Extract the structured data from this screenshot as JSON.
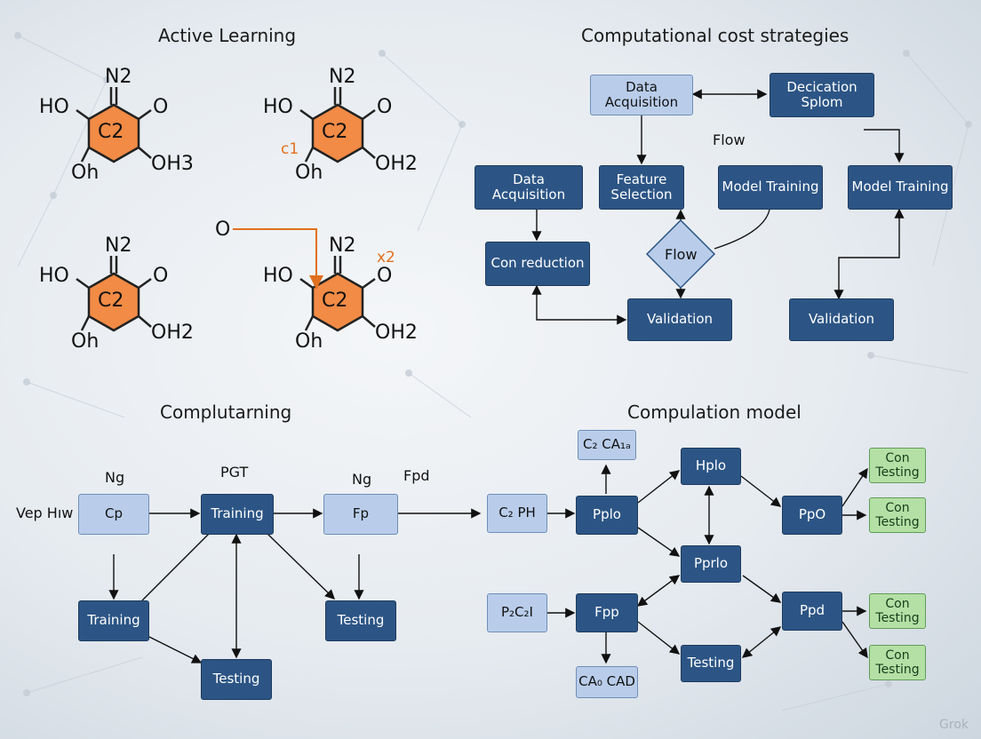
{
  "sections": {
    "active_learning": "Active Learning",
    "cost_strategies": "Computational cost strategies",
    "comp_learning": "Complutarning",
    "comp_model": "Compulation model"
  },
  "molecules": [
    {
      "top": "N2",
      "left": "HO",
      "right": "O",
      "ring": "C2",
      "bottom_left": "Oh",
      "bottom_right": "OH3"
    },
    {
      "top": "N2",
      "left": "HO",
      "right": "O",
      "ring": "C2",
      "bottom_left": "Oh",
      "bottom_right": "OH2",
      "side": "c1"
    },
    {
      "top": "N2",
      "left": "HO",
      "right": "O",
      "ring": "C2",
      "bottom_left": "Oh",
      "bottom_right": "OH2"
    },
    {
      "top": "N2",
      "left": "HO",
      "right": "O",
      "ring": "C2",
      "bottom_left": "Oh",
      "bottom_right": "OH2",
      "side": "x2"
    }
  ],
  "molecule_extra": {
    "o_label": "O"
  },
  "cost": {
    "data_acq_top": "Data Acquisition",
    "decication": "Decication Splom",
    "flow_label": "Flow",
    "data_acq": "Data Acquisition",
    "feature": "Feature Selection",
    "model_training_mid": "Model Training",
    "model_training_right": "Model Training",
    "con_reduction": "Con reduction",
    "flow_diamond": "Flow",
    "validation_mid": "Validation",
    "validation_right": "Validation"
  },
  "learning": {
    "vep": "Vep Hıw",
    "ng1": "Ng",
    "pgt": "PGT",
    "ng2": "Ng",
    "fpd": "Fpd",
    "cp": "Cp",
    "training_top": "Training",
    "fp": "Fp",
    "training_bottom": "Training",
    "testing_right": "Testing",
    "testing_bottom": "Testing"
  },
  "model": {
    "c2ph": "C₂ PH",
    "c2ca": "C₂ CA₁ₐ",
    "pplo": "Pplo",
    "hplo": "Hplo",
    "pprlo": "Pprlo",
    "ppo": "PpO",
    "p2c2": "P₂C₂I",
    "fpp": "Fpp",
    "testing": "Testing",
    "ppd": "Ppd",
    "ca0": "CA₀ CAD",
    "con1": "Con Testing",
    "con2": "Con Testing",
    "con3": "Con Testing",
    "con4": "Con Testing"
  },
  "watermark": "Grok",
  "colors": {
    "dark_box": "#2c5585",
    "light_box": "#b9cdea",
    "green_box": "#b5e0a5",
    "ring": "#f28b45",
    "accent": "#e0701f"
  }
}
